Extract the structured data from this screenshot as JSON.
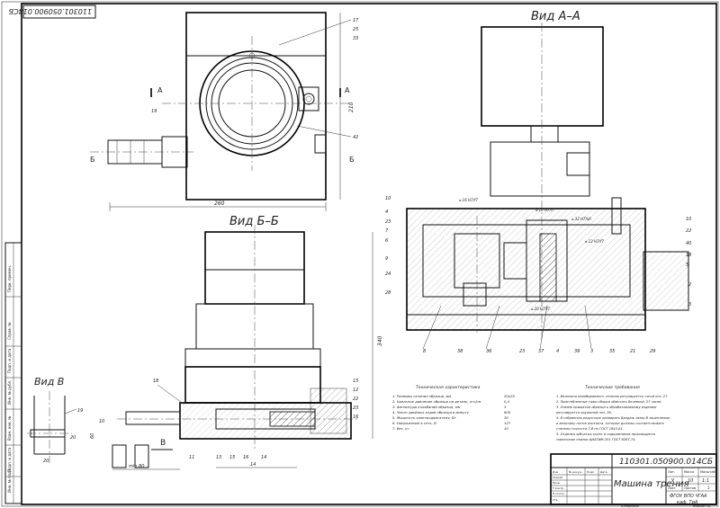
{
  "sheet": {
    "code": "110301.050900.014СБ",
    "code_rotated": "110301.050900.014СБ",
    "title": "Машина трения",
    "org_line1": "ФГОУ ВПО ЧГАА",
    "org_line2": "каф. ТиА",
    "litera": "У",
    "mass": "10",
    "scale": "1:1",
    "sheet_label": "Лист",
    "sheets_label": "Листов",
    "sheets_count": "1",
    "copied": "Копировал",
    "format": "Формат А1"
  },
  "views": {
    "view_a": "Вид А–А",
    "view_bb": "Вид Б–Б",
    "view_v": "Вид В"
  },
  "section_marks": {
    "a_left": "А",
    "a_right": "А",
    "b_left": "Б",
    "b_right": "Б",
    "v": "В"
  },
  "tech_char": {
    "heading": "Техническая характеристика",
    "items": [
      "1. Размеры сечения образца, мм",
      "2. Удельное давление образца на деталь, кгс/см",
      "3. Амплитуда колебаний образца, мм",
      "4. Число двойных ходов образца в минуту",
      "5. Мощность электродвигателя, Вт",
      "6. Напряжение в сеть, В",
      "7. Вес, кг"
    ],
    "values": [
      "20х25",
      "0,4",
      "3",
      "900",
      "30",
      "127",
      "10"
    ]
  },
  "tech_req": {
    "heading": "Технические требования",
    "items": [
      "1. Величина перебираемого течения регулируется тягой поз. 27.",
      "2. Пристебленные тяжи сборки обмотать бечевкой. 27 часов.",
      "3. Усилие прижатия образца к обрабатываемому изделию",
      "   регулируется пружиной поз. 26.",
      "4. В собранном редукторе проверить бандаж зазор В зацеплении",
      "   и величину пятна контакта, которые должны соответствовать",
      "   степени точности 7-В по ГОСТ 1643-81.",
      "5. Отделка зубчатых колес и подшипников производится",
      "   смазочным смазки ЦИАТИМ-201 ГОСТ 6267-74."
    ]
  },
  "dims": {
    "top_width": "260",
    "top_height": "210",
    "front_height": "340",
    "side_dim": "20",
    "view_v_dim": "20",
    "base_dim": "min 80",
    "shaft_dim": "14",
    "small_10": "10",
    "small_60": "60",
    "fit_1": "⌀ 16 H7/f7",
    "fit_2": "⌀ 32 H7/k6",
    "fit_3": "⌀ 12 H7/f7",
    "fit_4": "⌀ 20 H7/f7",
    "fit_5": "⌀ 10 H7/f7"
  },
  "callouts": {
    "top_view": [
      "17",
      "25",
      "33",
      "19",
      "42"
    ],
    "section": [
      "10",
      "4",
      "23",
      "7",
      "6",
      "9",
      "24",
      "28",
      "10",
      "22",
      "40",
      "18",
      "5",
      "2",
      "3",
      "8",
      "38",
      "36",
      "23",
      "37",
      "4",
      "39",
      "3",
      "35",
      "21",
      "29"
    ],
    "bottom": [
      "15",
      "12",
      "22",
      "23",
      "16",
      "18",
      "11",
      "13",
      "15",
      "16",
      "14"
    ],
    "view_v": [
      "19",
      "20"
    ]
  },
  "stamp_small": {
    "rows": [
      "Изм",
      "Лист",
      "№ докум.",
      "Подп.",
      "Дата"
    ],
    "roles": [
      "Разраб.",
      "Пров.",
      "Т.контр.",
      "Н.контр.",
      "Утв."
    ]
  },
  "left_strip": [
    "Инв. № подл.",
    "Подп. и дата",
    "Взам. инв. №",
    "Инв. № дубл.",
    "Подп. и дата",
    "Справ. №",
    "Перв. примен."
  ]
}
